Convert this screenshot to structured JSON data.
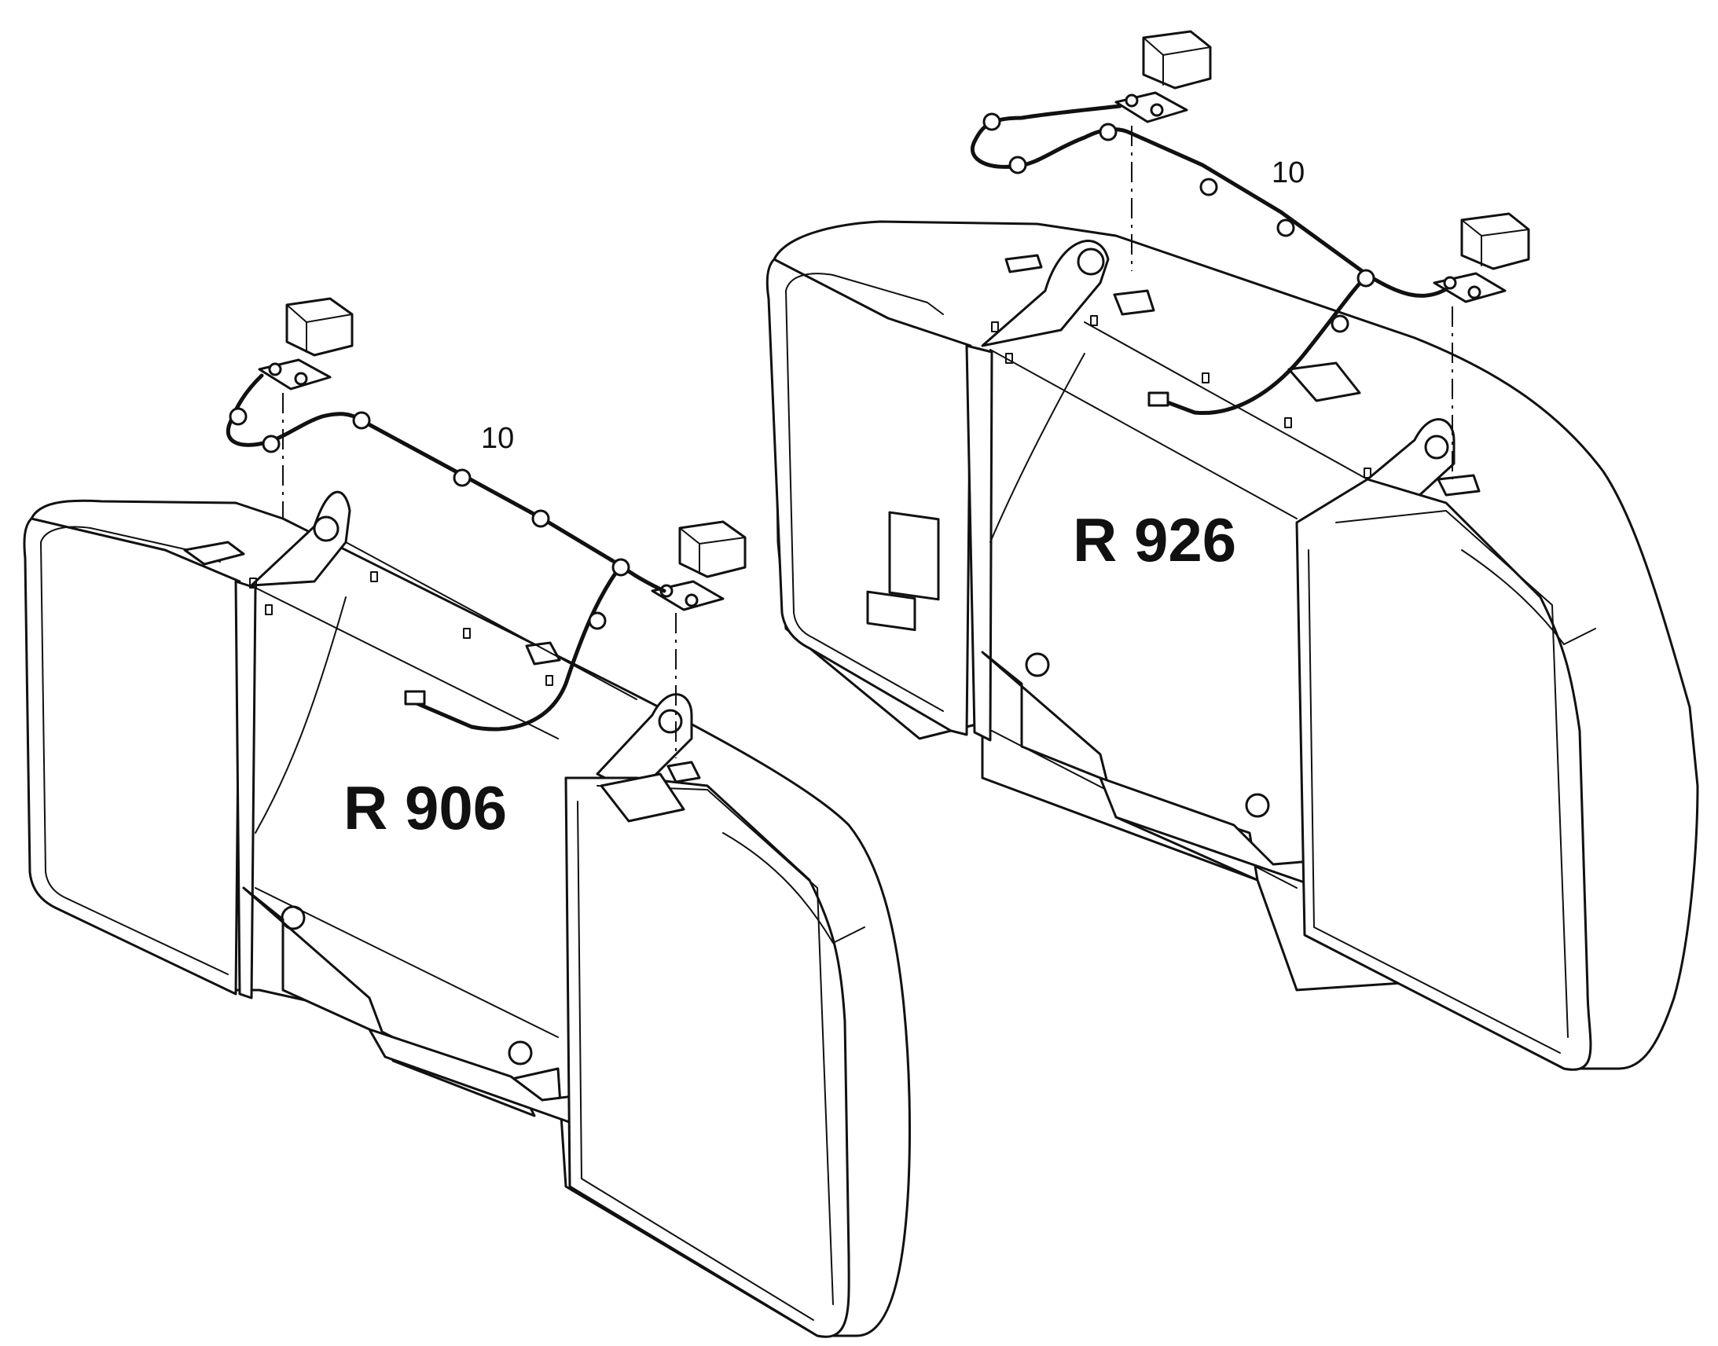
{
  "models": [
    {
      "id": "r906",
      "label": "R 906",
      "callout": "10"
    },
    {
      "id": "r926",
      "label": "R 926",
      "callout": "10"
    }
  ],
  "colors": {
    "line": "#111111",
    "background": "#ffffff"
  }
}
